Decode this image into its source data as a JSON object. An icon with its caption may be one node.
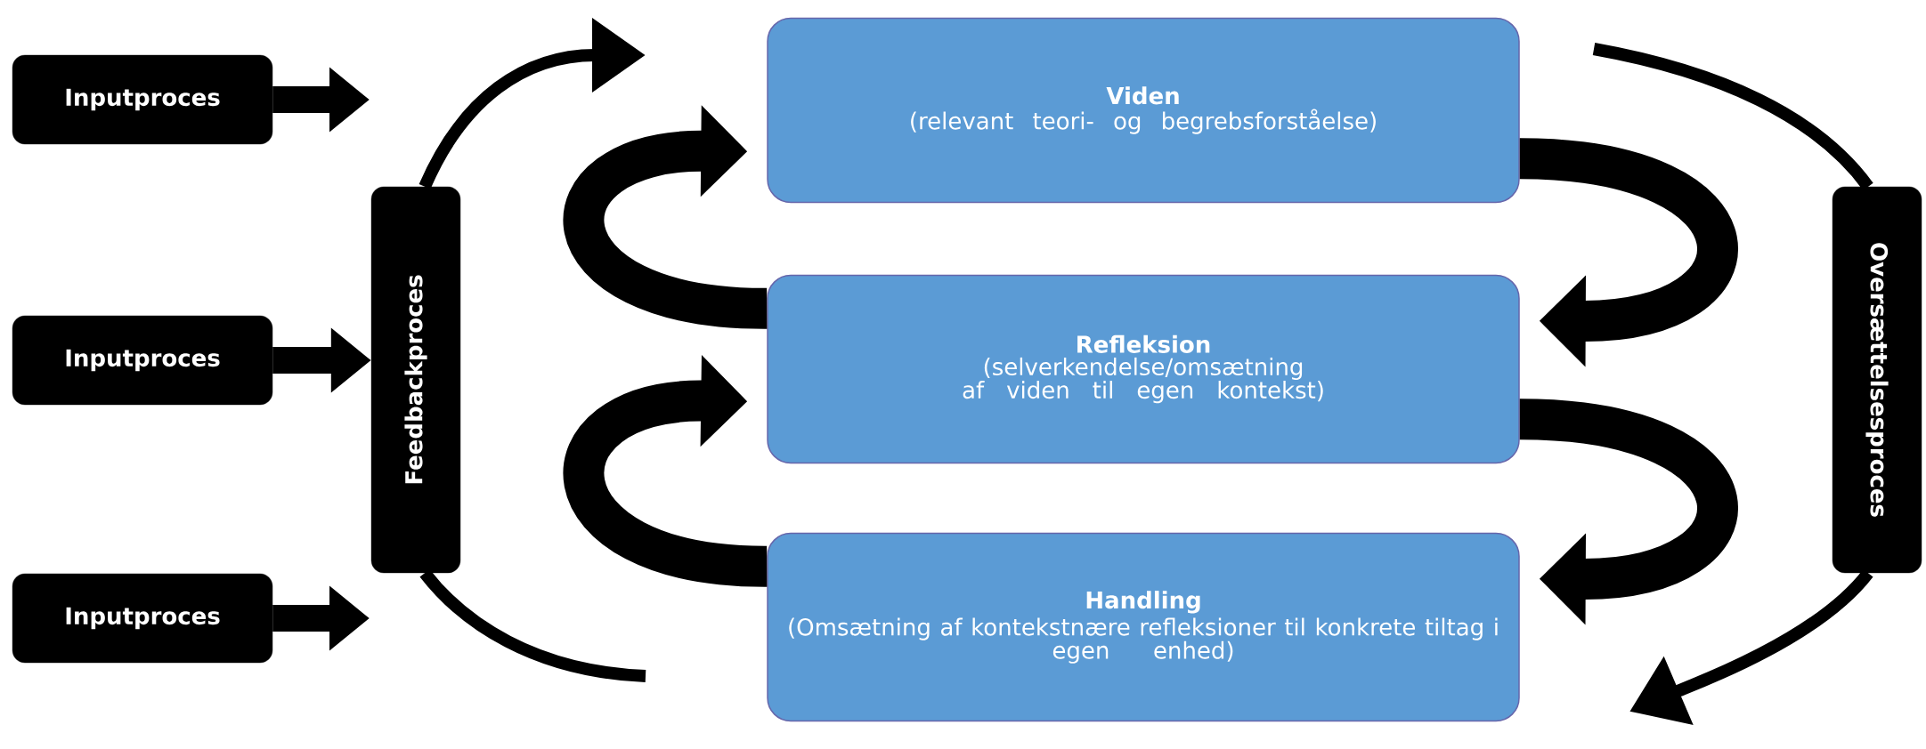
{
  "diagram": {
    "nodes": [
      {
        "text": [
          "Inputproces"
        ]
      },
      {
        "text": [
          "Inputproces"
        ]
      },
      {
        "text": [
          "Inputproces"
        ]
      },
      {
        "text": [
          "Feedbackproces"
        ]
      },
      {
        "text": [
          "Viden",
          "(relevant teori- og begrebsforståelse)"
        ]
      },
      {
        "text": [
          "Refleksion",
          "(selverkendelse/omsætning af viden til egen kontekst)"
        ]
      },
      {
        "text": [
          "Handling",
          "(Omsætning af kontekstnære refleksioner til konkrete tiltag i egen enhed)"
        ]
      },
      {
        "text": [
          "Oversættelsesproces"
        ]
      }
    ],
    "edges": [
      {
        "from": 0,
        "to": null,
        "arrow": "to"
      },
      {
        "from": 1,
        "to": 3,
        "arrow": "to"
      },
      {
        "from": 2,
        "to": null,
        "arrow": "to"
      },
      {
        "from": 3,
        "to": null,
        "arrow": "to"
      },
      {
        "from": 3,
        "to": null,
        "arrow": "none"
      },
      {
        "from": 5,
        "to": 4,
        "arrow": "to"
      },
      {
        "from": 6,
        "to": 5,
        "arrow": "to"
      },
      {
        "from": 4,
        "to": 5,
        "arrow": "to"
      },
      {
        "from": 5,
        "to": 6,
        "arrow": "to"
      },
      {
        "from": null,
        "to": 7,
        "arrow": "none"
      },
      {
        "from": 7,
        "to": null,
        "arrow": "to"
      }
    ]
  }
}
